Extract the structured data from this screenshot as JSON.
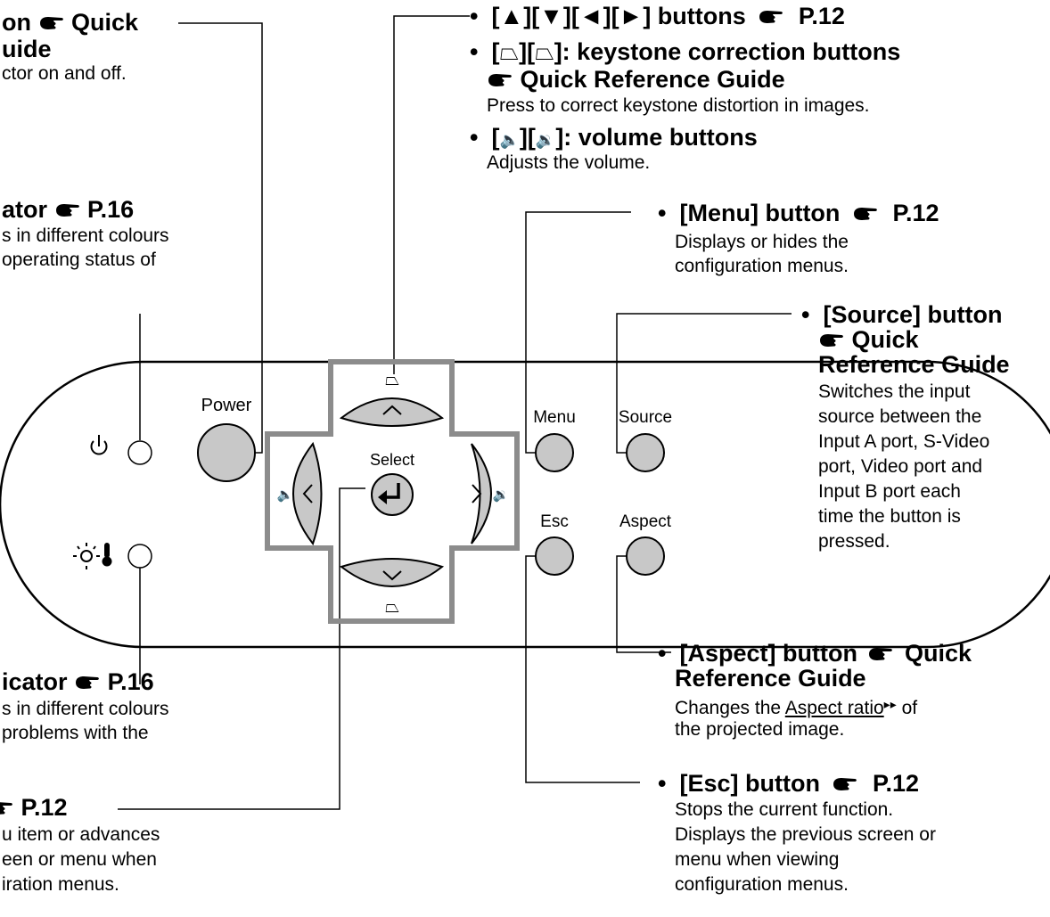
{
  "left_callouts": {
    "power": {
      "heading_line1": "on",
      "ref_word": "Quick",
      "heading_line2": "uide",
      "desc_line1": "ctor on and off."
    },
    "operation_indicator": {
      "heading": "ator",
      "ref": "P.16",
      "desc_line1": "s in different colours",
      "desc_line2": "operating status of"
    },
    "warning_indicator": {
      "heading": "icator",
      "ref": "P.16",
      "desc_line1": "s in different colours",
      "desc_line2": "problems with the"
    },
    "select": {
      "ref": "P.12",
      "desc_line1": "u item or advances",
      "desc_line2": "een or menu when",
      "desc_line3": "iration menus."
    }
  },
  "top_callouts": {
    "arrows": {
      "heading": "[▲][▼][◄][►] buttons",
      "ref": "P.12"
    },
    "keystone": {
      "heading": "keystone correction buttons",
      "ref": "Quick Reference Guide",
      "desc": "Press to correct keystone distortion in images."
    },
    "volume": {
      "heading": "volume buttons",
      "desc": "Adjusts the volume."
    }
  },
  "right_callouts": {
    "menu": {
      "heading": "[Menu] button",
      "ref": "P.12",
      "desc_line1": "Displays or hides the",
      "desc_line2": "configuration menus."
    },
    "source": {
      "heading": "[Source] button",
      "ref_line1": "Quick",
      "ref_line2": "Reference Guide",
      "desc_lines": [
        "Switches the input",
        "source between the",
        "Input A port, S-Video",
        "port, Video port and",
        "Input B port each",
        "time the button is",
        "pressed."
      ]
    },
    "aspect": {
      "heading": "[Aspect] button",
      "ref_line1": "Quick",
      "ref_line2": "Reference Guide",
      "desc_pre": "Changes the",
      "desc_link": "Aspect ratio",
      "desc_post": "of",
      "desc_line2": "the projected image."
    },
    "esc": {
      "heading": "[Esc] button",
      "ref": "P.12",
      "desc_lines": [
        "Stops the current function.",
        "Displays the previous screen or",
        "menu when viewing",
        "configuration menus."
      ]
    }
  },
  "panel_labels": {
    "power": "Power",
    "select": "Select",
    "menu": "Menu",
    "source": "Source",
    "esc": "Esc",
    "aspect": "Aspect"
  },
  "icons": {
    "ref_pointer": "pointing-hand-icon",
    "power": "power-symbol-icon",
    "lamp": "lamp-icon",
    "temperature": "thermometer-icon",
    "enter": "enter-arrow-icon",
    "keystone_up": "keystone-up-icon",
    "keystone_down": "keystone-down-icon",
    "volume_down": "volume-down-icon",
    "volume_up": "volume-up-icon",
    "glossary": "glossary-marker-icon"
  }
}
